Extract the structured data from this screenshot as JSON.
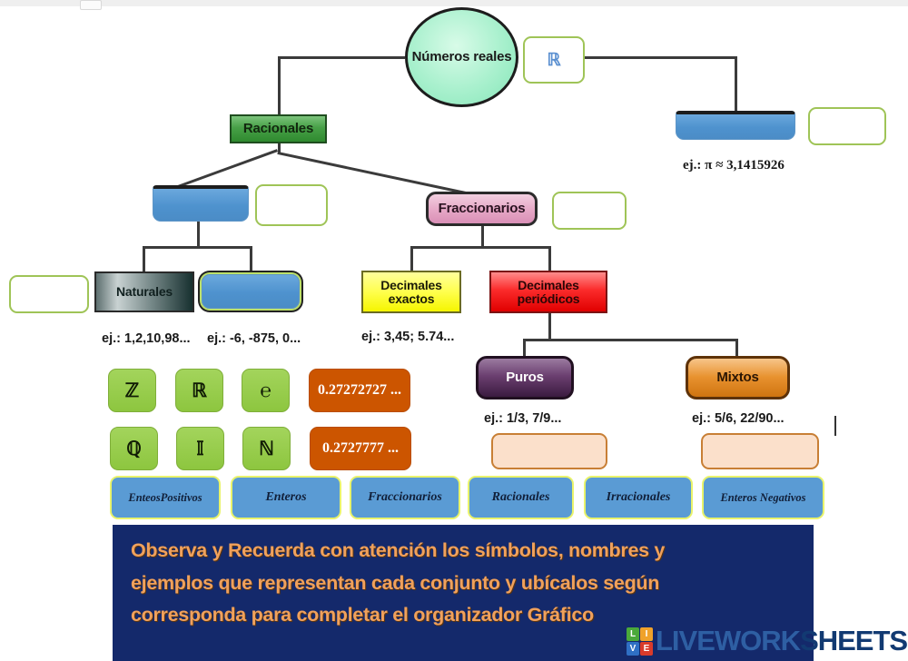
{
  "worksheet": {
    "title": "Números reales - organizador gráfico",
    "top_input_placeholder": ""
  },
  "diagram": {
    "root": {
      "label": "Números reales",
      "symbol": "ℝ"
    },
    "nodes": [
      {
        "id": "racionales",
        "label": "Racionales"
      },
      {
        "id": "irracionales_slot",
        "label": ""
      },
      {
        "id": "fraccionarios",
        "label": "Fraccionarios"
      },
      {
        "id": "enteros_slot",
        "label": ""
      },
      {
        "id": "naturales",
        "label": "Naturales"
      },
      {
        "id": "enteros_neg_slot",
        "label": ""
      },
      {
        "id": "decimales_exactos",
        "label": "Decimales\nexactos"
      },
      {
        "id": "decimales_period",
        "label": "Decimales\nperiódicos"
      },
      {
        "id": "puros",
        "label": "Puros"
      },
      {
        "id": "mixtos",
        "label": "Mixtos"
      }
    ],
    "examples": [
      {
        "id": "ex-pi",
        "text": "ej.: π ≈ 3,1415926"
      },
      {
        "id": "ex-naturales",
        "text": "ej.: 1,2,10,98..."
      },
      {
        "id": "ex-enteros",
        "text": "ej.: -6, -875, 0..."
      },
      {
        "id": "ex-exactos",
        "text": "ej.: 3,45; 5.74..."
      },
      {
        "id": "ex-puros",
        "text": "ej.: 1/3, 7/9..."
      },
      {
        "id": "ex-mixtos",
        "text": "ej.: 5/6, 22/90..."
      }
    ]
  },
  "tokens": {
    "symbols": [
      "ℤ",
      "ℝ",
      "℮",
      "ℚ",
      "𝕀",
      "ℕ"
    ],
    "decimals": [
      "0.27272727 ...",
      "0.2727777 ..."
    ],
    "names": [
      "EnteosPositivos",
      "Enteros",
      "Fraccionarios",
      "Racionales",
      "Irracionales",
      "Enteros Negativos"
    ]
  },
  "banner": {
    "line1": "Observa y Recuerda con atención los símbolos, nombres y",
    "line2": "ejemplos que representan cada conjunto y ubícalos según",
    "line3": "corresponda para completar el organizador Gráfico"
  },
  "watermark": {
    "cubes": [
      "L",
      "I",
      "V",
      "E"
    ],
    "word_light": "LIVEWORK",
    "word_dark": "SHEETS"
  },
  "colors": {
    "banner_bg": "#14296b",
    "banner_text": "#f0a15c",
    "token_green": "#8dc63f",
    "token_orange": "#cc5500",
    "token_blue": "#5a9bd4",
    "slot_blue": "#4e92ce",
    "input_border": "#9fc457",
    "peach_fill": "#fbe0cb"
  }
}
